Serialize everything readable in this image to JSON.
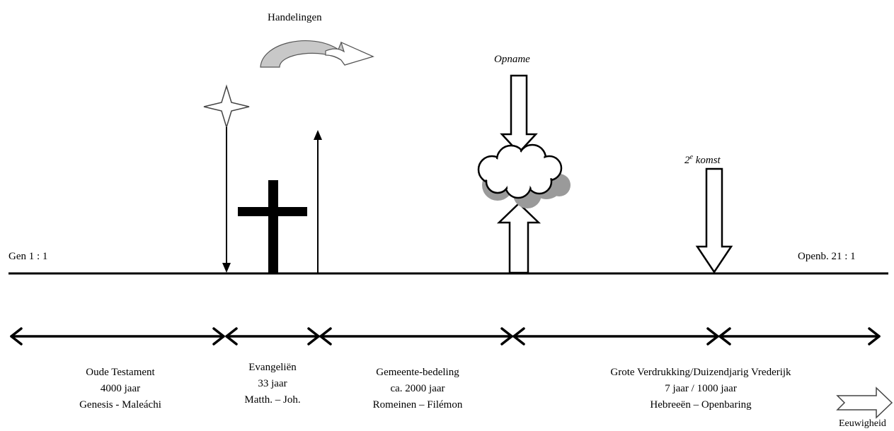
{
  "labels": {
    "handelingen": "Handelingen",
    "opname": "Opname",
    "second_coming_num": "2",
    "second_coming_sup": "e",
    "second_coming_word": "komst",
    "start": "Gen 1 : 1",
    "end": "Openb. 21 : 1",
    "eternity": "Eeuwigheid"
  },
  "periods": [
    {
      "title": "Oude Testament",
      "duration": "4000 jaar",
      "books": "Genesis - Maleáchi"
    },
    {
      "title": "Evangeliën",
      "duration": "33 jaar",
      "books": "Matth. – Joh."
    },
    {
      "title": "Gemeente-bedeling",
      "duration": "ca. 2000 jaar",
      "books": "Romeinen – Filémon"
    },
    {
      "title": "Grote Verdrukking/Duizendjarig Vrederijk",
      "duration": "7 jaar / 1000 jaar",
      "books": "Hebreeën – Openbaring"
    }
  ]
}
